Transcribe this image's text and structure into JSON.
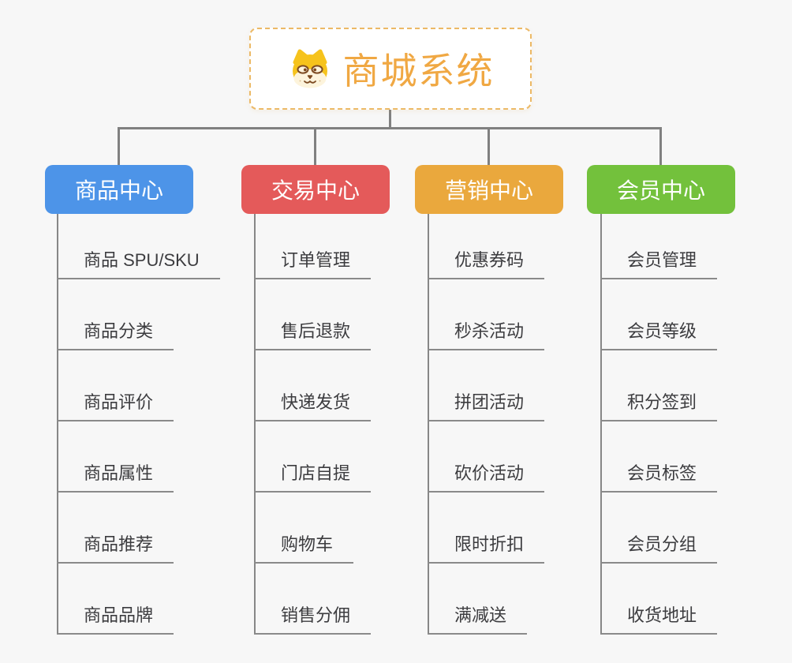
{
  "page": {
    "background": "#f7f7f7",
    "connector_color": "#808080"
  },
  "root": {
    "title": "商城系统",
    "icon": "dog-icon",
    "text_color": "#f0a843",
    "border_color": "#ecb966"
  },
  "branches": [
    {
      "id": "product-center",
      "label": "商品中心",
      "color": "#4d94e8",
      "children": [
        "商品 SPU/SKU",
        "商品分类",
        "商品评价",
        "商品属性",
        "商品推荐",
        "商品品牌"
      ]
    },
    {
      "id": "trade-center",
      "label": "交易中心",
      "color": "#e45a5a",
      "children": [
        "订单管理",
        "售后退款",
        "快递发货",
        "门店自提",
        "购物车",
        "销售分佣"
      ]
    },
    {
      "id": "marketing-center",
      "label": "营销中心",
      "color": "#eaa83d",
      "children": [
        "优惠券码",
        "秒杀活动",
        "拼团活动",
        "砍价活动",
        "限时折扣",
        "满减送"
      ]
    },
    {
      "id": "member-center",
      "label": "会员中心",
      "color": "#73c13c",
      "children": [
        "会员管理",
        "会员等级",
        "积分签到",
        "会员标签",
        "会员分组",
        "收货地址"
      ]
    }
  ]
}
